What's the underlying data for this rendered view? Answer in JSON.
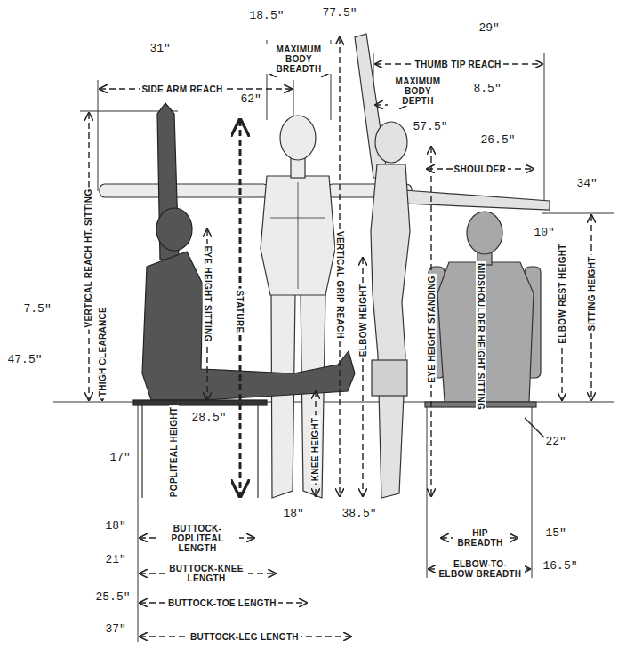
{
  "diagram": {
    "labels": [
      "18.5\"",
      "77.5\"",
      "29\"",
      "31\"",
      "MAXIMUM BODY BREADTH",
      "THUMB TIP REACH",
      "SIDE ARM REACH",
      "MAXIMUM BODY DEPTH",
      "8.5\"",
      "62\"",
      "57.5\"",
      "26.5\"",
      "SHOULDER",
      "34\"",
      "VERTICAL REACH HT. SITTING",
      "EYE HEIGHT SITTING",
      "STATURE",
      "VERTICAL GRIP REACH",
      "ELBOW HEIGHT",
      "EYE HEIGHT STANDING",
      "MIDSHOULDER HEIGHT SITTING",
      "ELBOW REST HEIGHT",
      "SITTING HEIGHT",
      "10\"",
      "7.5\"",
      "THIGH CLEARANCE",
      "47.5\"",
      "28.5\"",
      "17\"",
      "POPLITEAL HEIGHT",
      "KNEE HEIGHT",
      "22\"",
      "18\"",
      "38.5\"",
      "18\"",
      "BUTTOCK-POPLITEAL LENGTH",
      "15\"",
      "HIP BREADTH",
      "21\"",
      "BUTTOCK-KNEE LENGTH",
      "16.5\"",
      "ELBOW-TO-ELBOW BREADTH",
      "25.5\"",
      "BUTTOCK-TOE LENGTH",
      "37\"",
      "BUTTOCK-LEG LENGTH"
    ]
  }
}
